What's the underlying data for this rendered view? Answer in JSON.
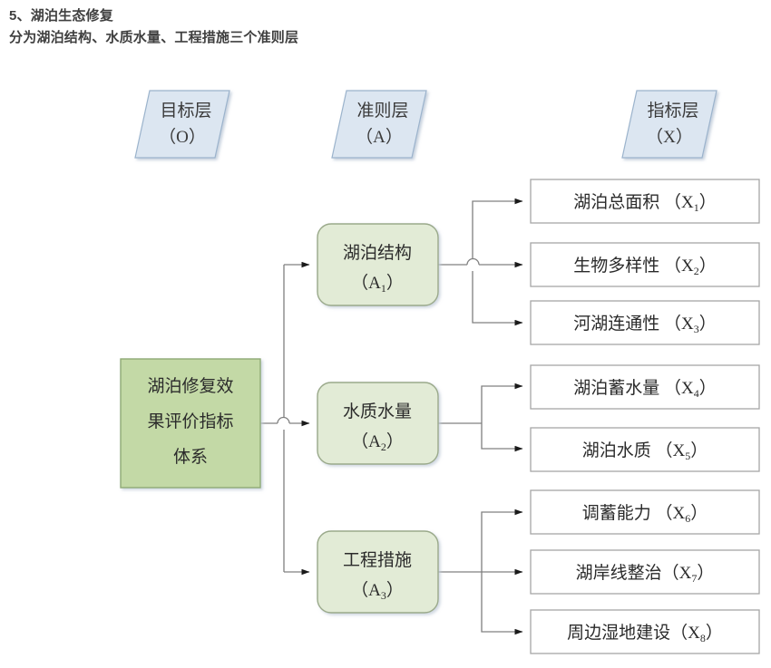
{
  "heading": {
    "line1": "5、湖泊生态修复",
    "line2": "分为湖泊结构、水质水量、工程措施三个准则层"
  },
  "colors": {
    "header_fill": "#dce6f1",
    "header_stroke": "#9bb3cc",
    "goal_fill": "#c3d9a6",
    "goal_stroke": "#8faa74",
    "criteria_fill": "#e2ebd6",
    "criteria_stroke": "#9aa98a",
    "indicator_fill": "#ffffff",
    "indicator_stroke": "#a6a6a6",
    "connector": "#808080",
    "text": "#2b2b2b"
  },
  "layers": [
    {
      "id": "layer-goal",
      "name": "目标层",
      "code": "（O）"
    },
    {
      "id": "layer-criteria",
      "name": "准则层",
      "code": "（A）"
    },
    {
      "id": "layer-indicator",
      "name": "指标层",
      "code": "（X）"
    }
  ],
  "goal": {
    "id": "goal-node",
    "lines": [
      "湖泊修复效",
      "果评价指标",
      "体系"
    ]
  },
  "criteria": [
    {
      "id": "criteria-a1",
      "name": "湖泊结构",
      "code": "A",
      "sub": "1"
    },
    {
      "id": "criteria-a2",
      "name": "水质水量",
      "code": "A",
      "sub": "2"
    },
    {
      "id": "criteria-a3",
      "name": "工程措施",
      "code": "A",
      "sub": "3"
    }
  ],
  "indicators": [
    {
      "id": "indicator-x1",
      "parent": "criteria-a1",
      "name": "湖泊总面积",
      "gap": " ",
      "code": "X",
      "sub": "1"
    },
    {
      "id": "indicator-x2",
      "parent": "criteria-a1",
      "name": "生物多样性",
      "gap": " ",
      "code": "X",
      "sub": "2"
    },
    {
      "id": "indicator-x3",
      "parent": "criteria-a1",
      "name": "河湖连通性",
      "gap": " ",
      "code": "X",
      "sub": "3"
    },
    {
      "id": "indicator-x4",
      "parent": "criteria-a2",
      "name": "湖泊蓄水量",
      "gap": "  ",
      "code": "X",
      "sub": "4"
    },
    {
      "id": "indicator-x5",
      "parent": "criteria-a2",
      "name": "湖泊水质",
      "gap": " ",
      "code": "X",
      "sub": "5"
    },
    {
      "id": "indicator-x6",
      "parent": "criteria-a3",
      "name": "调蓄能力",
      "gap": " ",
      "code": "X",
      "sub": "6"
    },
    {
      "id": "indicator-x7",
      "parent": "criteria-a3",
      "name": "湖岸线整治",
      "gap": "",
      "code": "X",
      "sub": "7"
    },
    {
      "id": "indicator-x8",
      "parent": "criteria-a3",
      "name": "周边湿地建设",
      "gap": "",
      "code": "X",
      "sub": "8"
    }
  ],
  "labels": {
    "paren_open": "（",
    "paren_close": "）"
  }
}
